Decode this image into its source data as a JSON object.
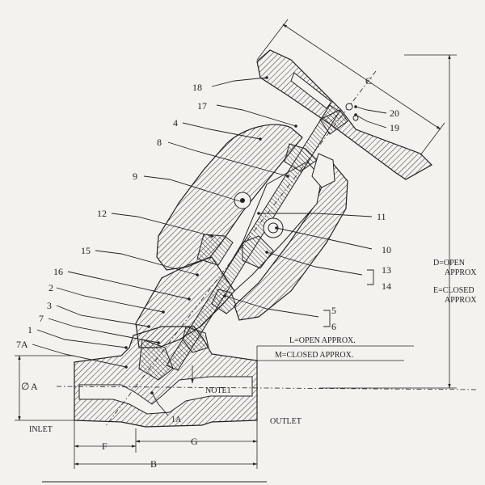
{
  "callouts": [
    "18",
    "17",
    "4",
    "8",
    "9",
    "12",
    "15",
    "16",
    "2",
    "3",
    "7",
    "1",
    "7A",
    "20",
    "19",
    "11",
    "10",
    "13",
    "14",
    "5",
    "6",
    "1A"
  ],
  "dimensions": {
    "a": "A",
    "b": "B",
    "c": "C",
    "f": "F",
    "g": "G",
    "a_symbol": "∅"
  },
  "notes": {
    "d_open_1": "D=OPEN",
    "d_open_2": "APPROX",
    "e_closed_1": "E=CLOSED",
    "e_closed_2": "APPROX",
    "l_open": "L=OPEN APPROX.",
    "m_closed": "M=CLOSED APPROX.",
    "note1": "NOTE1"
  },
  "ports": {
    "inlet": "INLET",
    "outlet": "OUTLET"
  }
}
